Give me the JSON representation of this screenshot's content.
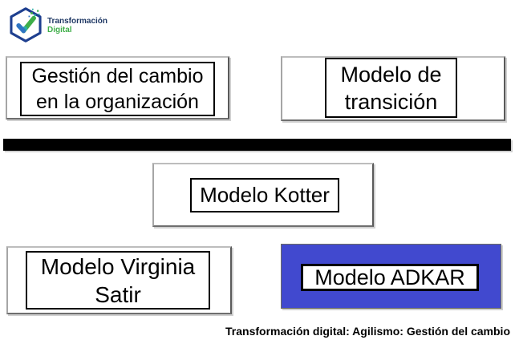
{
  "logo": {
    "title": "Transformación",
    "subtitle": "Digital",
    "icon": "hexagon-checkmark-icon"
  },
  "boxes": {
    "top_left": {
      "lines": [
        "Gestión del cambio",
        "en la organización"
      ]
    },
    "top_right": {
      "lines": [
        "Modelo de",
        "transición"
      ]
    },
    "middle": {
      "label": "Modelo Kotter"
    },
    "bottom_left": {
      "lines": [
        "Modelo Virginia",
        "Satir"
      ]
    },
    "bottom_right": {
      "label": "Modelo ADKAR",
      "background": "#4149CF"
    }
  },
  "divider": {
    "color": "#000000"
  },
  "footer": {
    "caption": "Transformación digital: Agilismo: Gestión del cambio"
  },
  "colors": {
    "logo_navy": "#1F3864",
    "logo_green": "#3FAE49",
    "logo_blue": "#2E75C3",
    "logo_teal": "#2BAFA5",
    "accent_blue": "#4149CF",
    "outer_border_gray": "#A6A6A6",
    "inner_border_black": "#000000"
  }
}
